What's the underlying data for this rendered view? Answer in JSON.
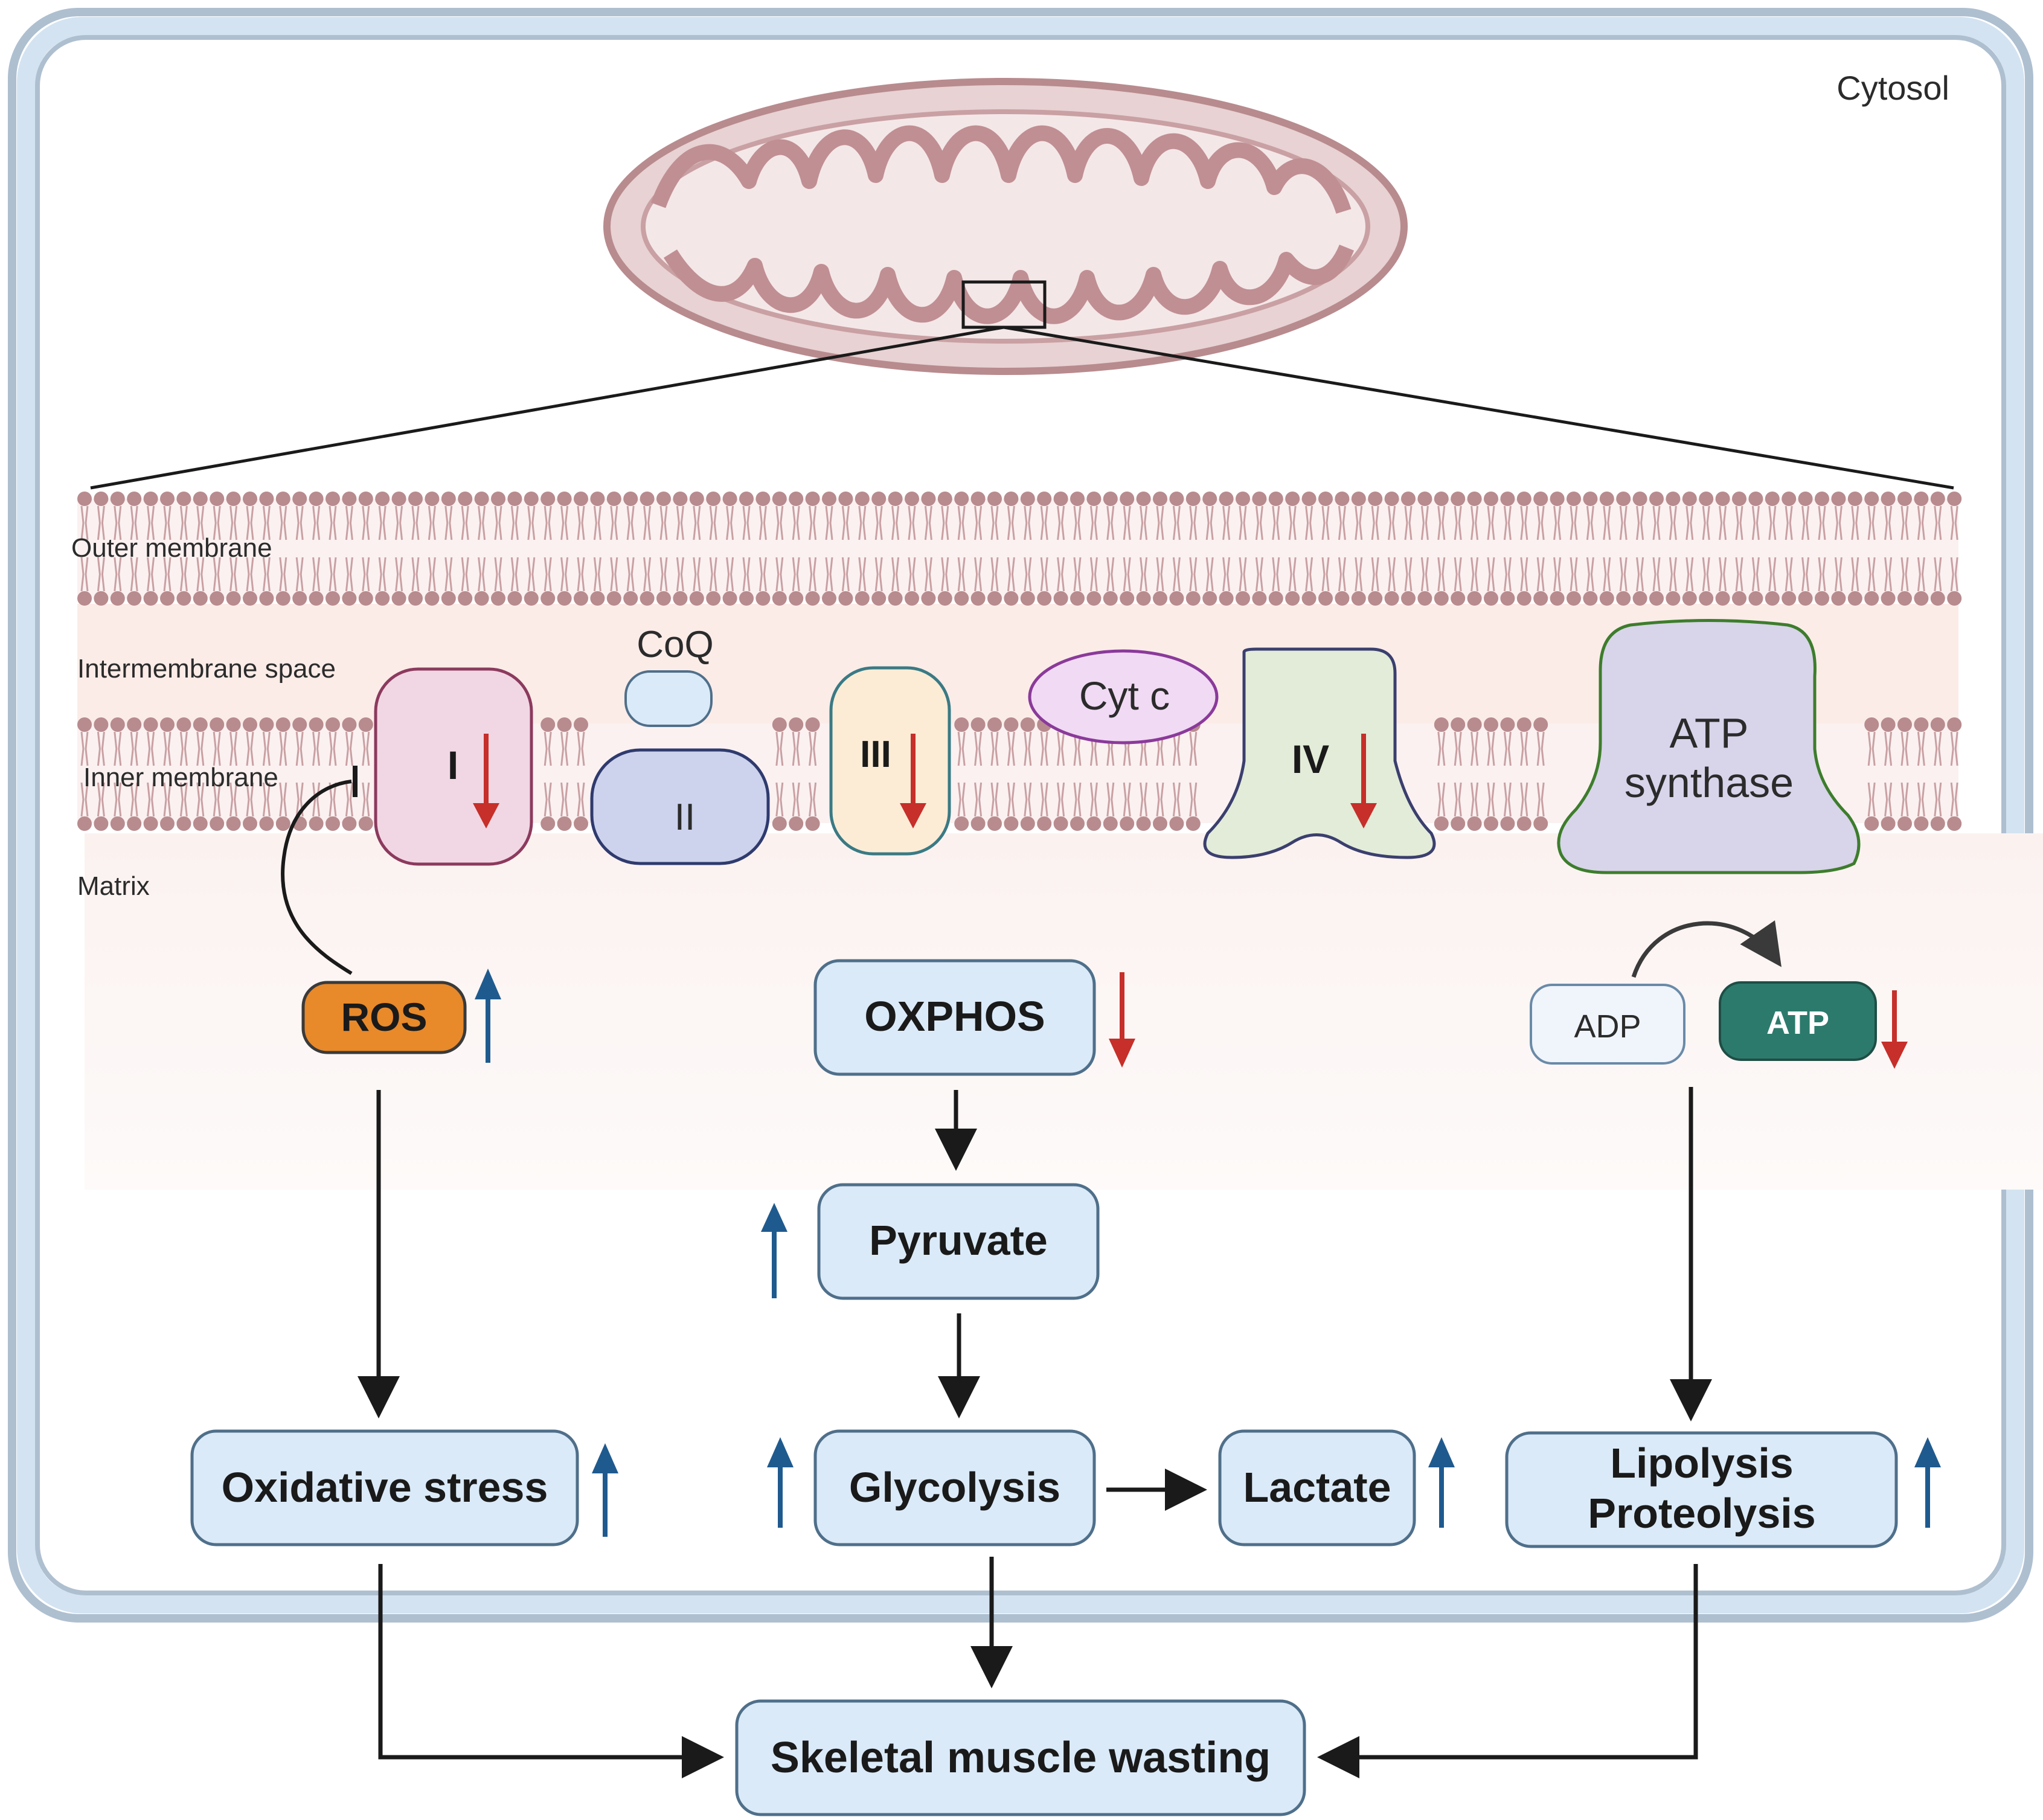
{
  "labels": {
    "cytosol": "Cytosol",
    "outer_membrane": "Outer membrane",
    "intermembrane_space": "Intermembrane space",
    "inner_membrane": "Inner  membrane",
    "matrix": "Matrix"
  },
  "complexes": {
    "c1": "I",
    "c2": "II",
    "coq": "CoQ",
    "c3": "III",
    "cytc": "Cyt c",
    "c4": "IV",
    "atp_synthase_line1": "ATP",
    "atp_synthase_line2": "synthase"
  },
  "nodes": {
    "ros": "ROS",
    "oxphos": "OXPHOS",
    "adp": "ADP",
    "atp": "ATP",
    "pyruvate": "Pyruvate",
    "oxidative_stress": "Oxidative stress",
    "glycolysis": "Glycolysis",
    "lactate": "Lactate",
    "lipolysis": "Lipolysis",
    "proteolysis": "Proteolysis",
    "wasting": "Skeletal muscle  wasting"
  },
  "changes": {
    "complex_I": "down",
    "complex_III": "down",
    "complex_IV": "down",
    "ros": "up",
    "oxphos": "down",
    "atp": "down",
    "pyruvate": "up",
    "oxidative_stress": "up",
    "glycolysis": "up",
    "lactate": "up",
    "lipolysis_proteolysis": "up"
  },
  "colors": {
    "cell_border": "#c9ddec",
    "node_fill": "#dbeaf8",
    "node_stroke": "#4f6f8a",
    "ros_fill": "#e8892a",
    "atp_fill": "#2c7a6c",
    "up_arrow": "#1f5a8e",
    "down_arrow": "#c62f2a",
    "lipid_head": "#b88b8e",
    "mito_fill": "#e8d2d3"
  }
}
